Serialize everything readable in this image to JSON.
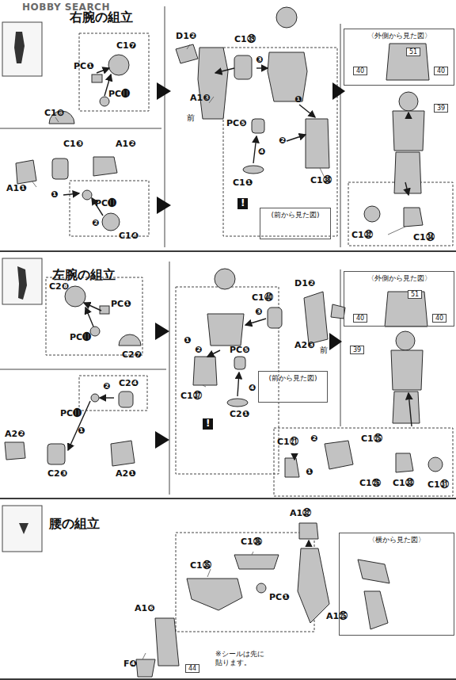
{
  "diagram": {
    "nodes": [
      {
        "text": [
          "右腕の組立"
        ]
      },
      {
        "text": [
          "〈外側から見た図〉"
        ],
        "in": 0
      },
      {
        "text": [
          "(前から見た図)"
        ],
        "in": 0
      },
      {
        "text": [
          "左腕の組立"
        ]
      },
      {
        "text": [
          "〈外側から見た図〉"
        ],
        "in": 3
      },
      {
        "text": [
          "(前から見た図)"
        ],
        "in": 3
      },
      {
        "text": [
          "腰の組立"
        ]
      },
      {
        "text": [
          "〈横から見た図〉"
        ],
        "in": 6
      }
    ],
    "labels": [
      "HOBBY SEARCH",
      "C1❼",
      "PC❶",
      "PC⓫",
      "C1❽",
      "C1❸",
      "A1❷",
      "A1❶",
      "❶",
      "PC⓫",
      "❷",
      "C1❹",
      "D1❷",
      "C1㊴",
      "A1❸",
      "前",
      "❸",
      "❶",
      "PC❺",
      "❷",
      "❹",
      "C1❶",
      "C1㊳",
      "!",
      "51",
      "40",
      "40",
      "39",
      "C1㉜",
      "C1㉞",
      "C2❽",
      "PC❶",
      "PC⓫",
      "C2❼",
      "C2❹",
      "❷",
      "PC⓫",
      "❶",
      "A2❷",
      "C2❸",
      "A2❶",
      "C1㊵",
      "D1❷",
      "❸",
      "❶",
      "A2❸",
      "前",
      "PC❺",
      "❷",
      "❹",
      "C1㊲",
      "C2❶",
      "!",
      "51",
      "40",
      "40",
      "39",
      "C1㉑",
      "❷",
      "❶",
      "C1㉕",
      "C1㉖",
      "C1㉝",
      "C1㉛",
      "C1㊱",
      "A1㉜",
      "C1㉟",
      "PC❶",
      "A1㉕",
      "A1❻",
      "F❹",
      "44",
      "※シールは先に 貼ります。"
    ]
  }
}
